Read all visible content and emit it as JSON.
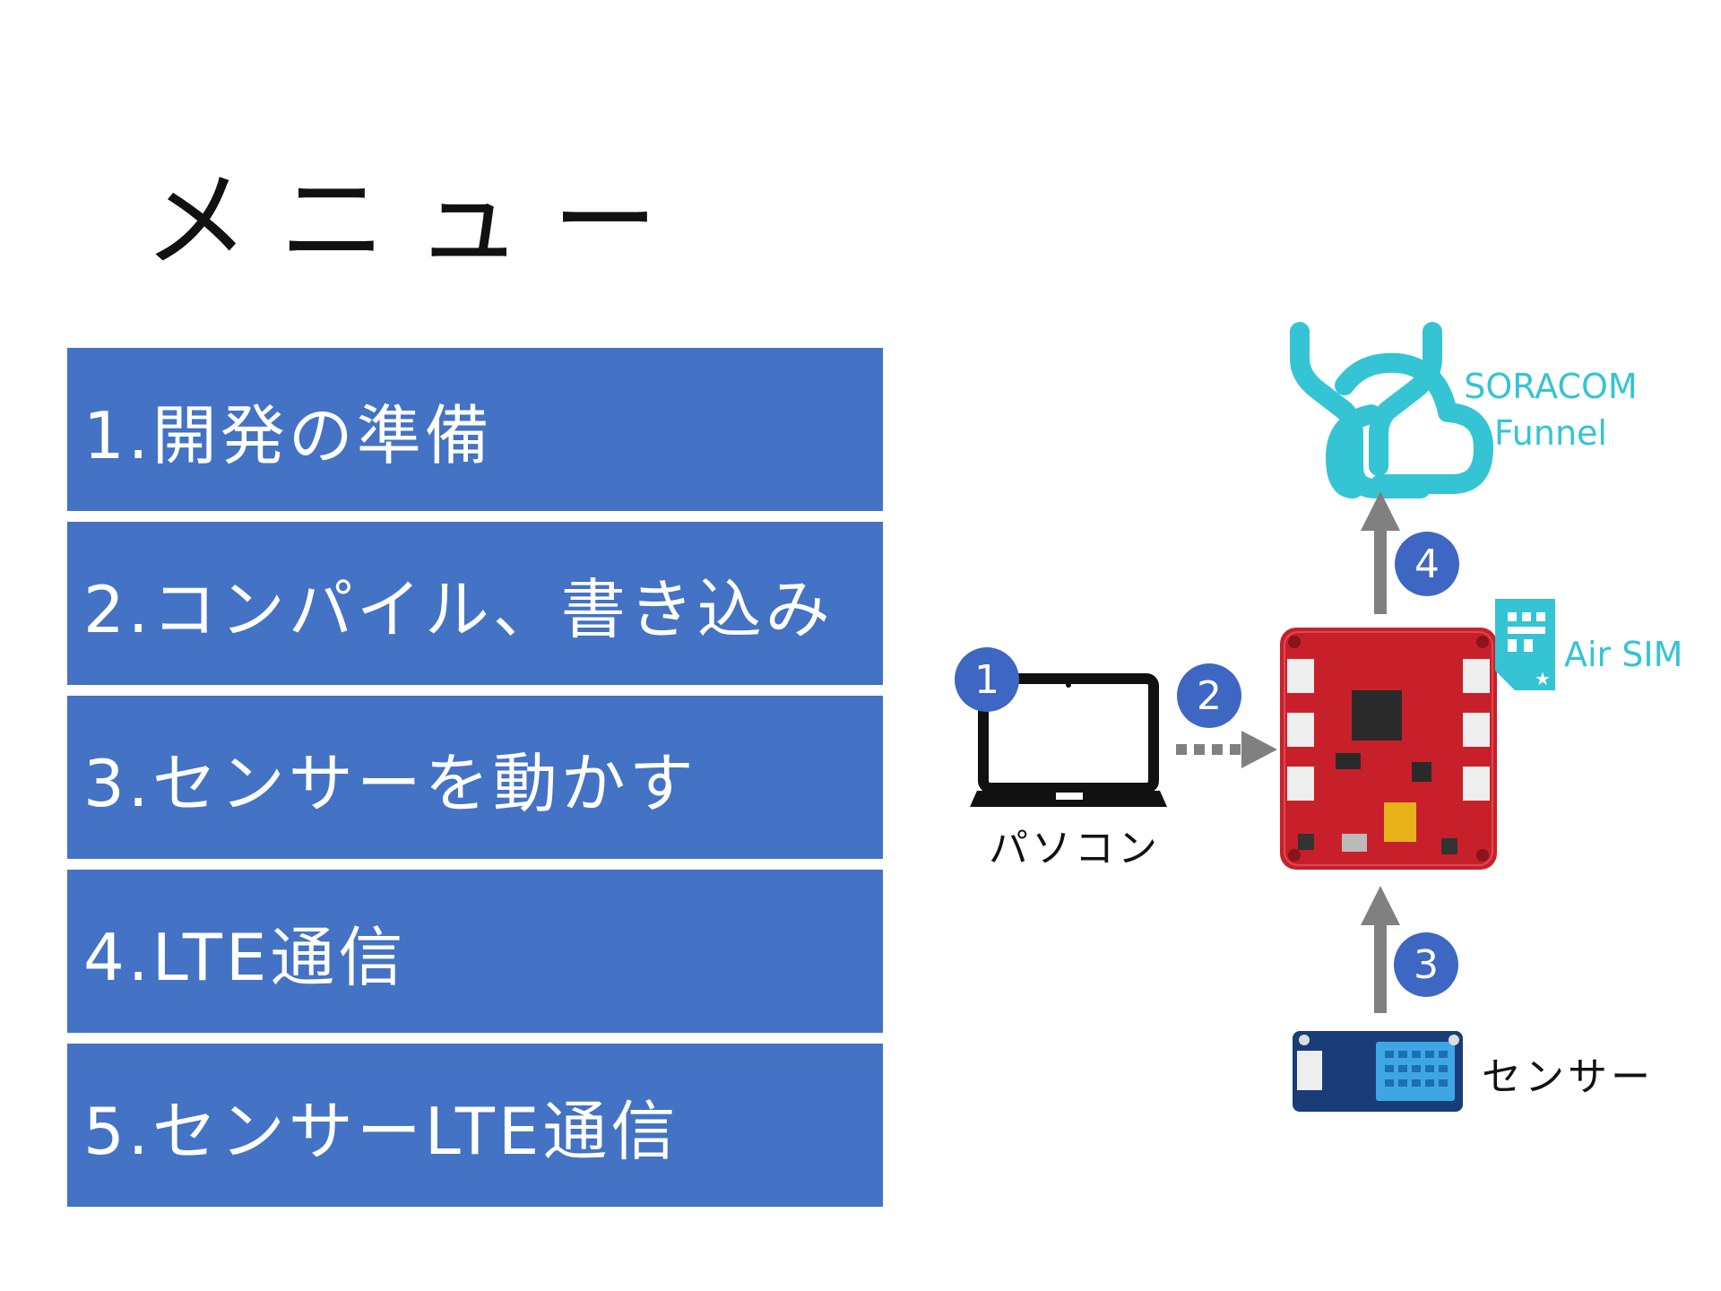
{
  "title": "メニュー",
  "menu": {
    "items": [
      {
        "label": "1.開発の準備"
      },
      {
        "label": "2.コンパイル、書き込み"
      },
      {
        "label": "3.センサーを動かす"
      },
      {
        "label": "4.LTE通信"
      },
      {
        "label": "5.センサーLTE通信"
      }
    ]
  },
  "diagram": {
    "pc_label": "パソコン",
    "sensor_label": "センサー",
    "funnel_label_line1": "SORACOM",
    "funnel_label_line2": "Funnel",
    "sim_label": "Air SIM",
    "steps": [
      "1",
      "2",
      "3",
      "4"
    ],
    "colors": {
      "menu_bg": "#4472c4",
      "badge": "#3d67c2",
      "accent_cyan": "#35c4d4",
      "board_red": "#c8202a",
      "arrow_gray": "#808080"
    }
  }
}
